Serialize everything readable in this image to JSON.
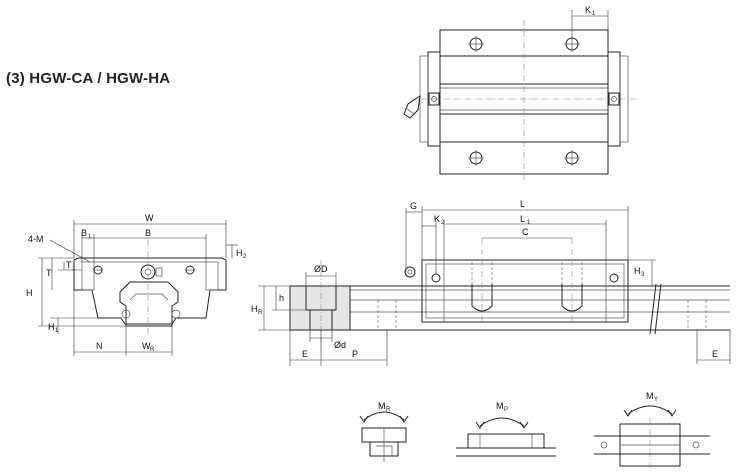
{
  "heading": "(3) HGW-CA / HGW-HA",
  "labels": {
    "K1": "K",
    "K1_sub": "1",
    "W": "W",
    "B": "B",
    "B1": "B",
    "B1_sub": "1",
    "M": "4-M",
    "H": "H",
    "H1": "H",
    "H1_sub": "1",
    "H2": "H",
    "H2_sub": "2",
    "T": "T",
    "T1": "T",
    "T1_sub": "1",
    "N": "N",
    "WR": "W",
    "WR_sub": "R",
    "G": "G",
    "L": "L",
    "L1": "L",
    "L1_sub": "1",
    "K2": "K",
    "K2_sub": "2",
    "C": "C",
    "H3": "H",
    "H3_sub": "3",
    "HR": "H",
    "HR_sub": "R",
    "h": "h",
    "OD": "ØD",
    "Od": "Ød",
    "E_left": "E",
    "P": "P",
    "E_right": "E",
    "MR": "M",
    "MR_sub": "R",
    "MP": "M",
    "MP_sub": "P",
    "MY": "M",
    "MY_sub": "Y"
  },
  "colors": {
    "line": "#222222",
    "shade": "#e6e6e6"
  }
}
